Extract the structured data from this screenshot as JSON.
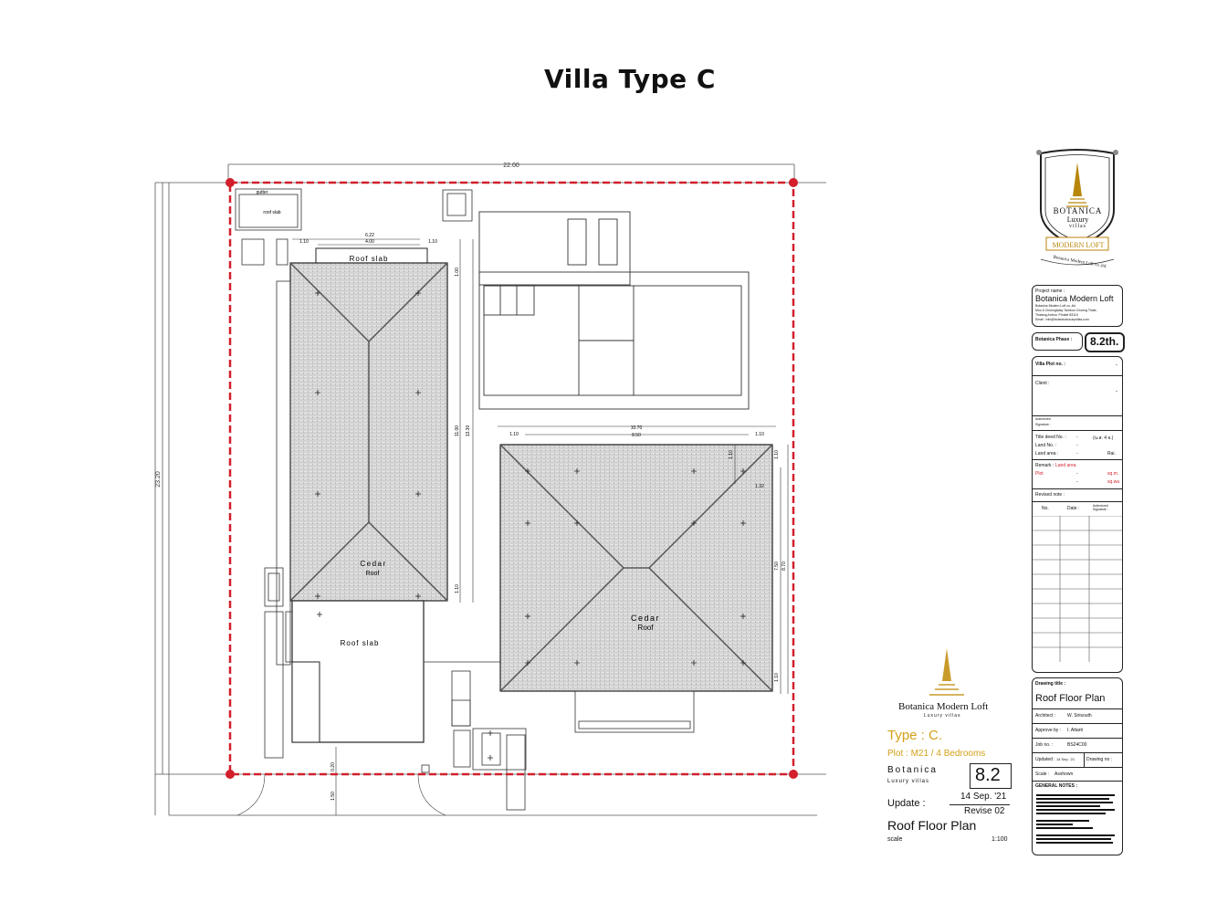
{
  "page_title": "Villa Type C",
  "plan": {
    "dim_top": "22.00",
    "dim_left": "23.20",
    "dim_mid_1": "11.00",
    "dim_mid_2": "13.30",
    "dim_slab_1": "6.22",
    "dim_slab_2": "4.00",
    "dim_slab_l": "1.10",
    "dim_slab_r": "1.10",
    "dim_slab_v": "1.00",
    "dim_right_top": "10.70",
    "dim_right_top2": "8.50",
    "dim_right_l": "1.10",
    "dim_right_r": "1.10",
    "dim_right_v1": "1.10",
    "dim_right_v2": "1.10",
    "dim_right_v3": "1.10",
    "dim_right_h": "1.32",
    "dim_right_side1": "7.50",
    "dim_right_side2": "8.70",
    "dim_left_low": "1.10",
    "dim_bottom_1": "0.20",
    "dim_bottom_2": "1.50",
    "gutter_label": "gutter",
    "roof_slab_small": "roof slab",
    "roof_slab_top": "Roof  slab",
    "roof_slab_mid": "Roof  slab",
    "cedar_left_1": "Cedar",
    "cedar_left_2": "Roof",
    "cedar_right_1": "Cedar",
    "cedar_right_2": "Roof"
  },
  "colors": {
    "boundary": "#d21f2b",
    "roof_tile": "#c8c8c8",
    "gold": "#b8860b",
    "label_gold": "#d4a017"
  },
  "logo": {
    "brand": "BOTANICA",
    "sub1": "Luxury",
    "sub2": "villas",
    "ribbon": "MODERN LOFT",
    "company": "Botanica Modern Loft co.,ltd."
  },
  "project": {
    "name_label": "Project name :",
    "name": "Botanica Modern Loft",
    "addr1": "Botanica Modern Loft co.,ltd.",
    "addr2": "Moo 6 Choengtalay Tambon Choeng Thale,",
    "addr3": "Thalang Amhur, Phuket 83110",
    "addr4": "Email : info@botanicaluxuryvillas.com"
  },
  "phase": {
    "label": "Botanica Phase :",
    "value": "8.2th."
  },
  "plot_box": {
    "villa_plot_no": "Villa Plot no. :",
    "villa_plot_val": "-",
    "client": "Client :",
    "client_val": "-",
    "auth_sig_1": "Authorized",
    "auth_sig_2": "Signature :",
    "title_deed": "Title deed  No. :",
    "title_deed_mid": "-",
    "title_deed_val": "(น.ส. 4 จ.)",
    "land_no": "Land  No. :",
    "land_no_val": "-",
    "land_area": "Land area :",
    "land_area_mid": "-",
    "land_area_val": "Rai.",
    "remark": "Remark :",
    "remark_val": "Land area",
    "plot": "Plot",
    "plot_mid": "-",
    "plot_val": "sq.m.",
    "plot_mid2": "-",
    "plot_val2": "sq.wa",
    "revised_note": "Revised note :",
    "rev_cols": [
      "No.",
      "Date :",
      "Authorized Signature :"
    ]
  },
  "drawing_box": {
    "title_label": "Drawing title :",
    "title": "Roof  Floor  Plan",
    "architect_label": "Architect :",
    "architect": "W. Sirisouth",
    "approve_label": "Approve by :",
    "approve": "I. Attarit",
    "job_label": "Job no. :",
    "job": "BS24C00",
    "updated_label": "Updated :",
    "updated": "14 Sep. '21",
    "drawing_no_label": "Drawing no :",
    "scale_label": "Scale :",
    "scale": "Asshown",
    "notes_label": "GENERAL NOTES :"
  },
  "type_block": {
    "brand": "Botanica Modern Loft",
    "brand_sub": "Luxury   villas",
    "type": "Type : C.",
    "plot": "Plot : M21 / 4 Bedrooms",
    "brand2": "Botanica",
    "brand2_sub": "Luxury    villas",
    "phase_num": "8.2",
    "update_label": "Update :",
    "update_date": "14 Sep. '21",
    "revise": "Revise 02",
    "plan_title": "Roof   Floor   Plan",
    "scale_label": "scale",
    "scale": "1:100"
  }
}
